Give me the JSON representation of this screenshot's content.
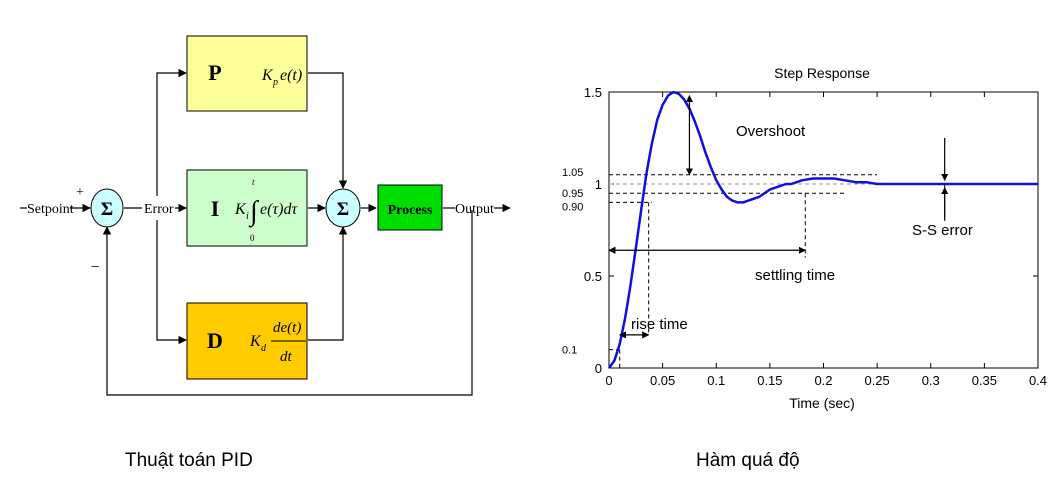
{
  "pid": {
    "setpoint": "Setpoint",
    "error": "Error",
    "output": "Output",
    "process": "Process",
    "plus": "+",
    "minus": "−",
    "sigma": "Σ",
    "p_letter": "P",
    "i_letter": "I",
    "d_letter": "D",
    "colors": {
      "p": "#ffff99",
      "i": "#ccffcc",
      "d": "#ffcc00",
      "process": "#00dd00",
      "sum": "#ccffff"
    }
  },
  "captions": {
    "left": "Thuật toán PID",
    "right": "Hàm quá độ"
  },
  "chart_data": {
    "type": "line",
    "title": "Step Response",
    "xlabel": "Time (sec)",
    "ylabel": "",
    "xlim": [
      0,
      0.4
    ],
    "ylim": [
      0,
      1.5
    ],
    "xticks": [
      "0",
      "0.05",
      "0.1",
      "0.15",
      "0.2",
      "0.25",
      "0.3",
      "0.35",
      "0.4"
    ],
    "yticks": [
      "0",
      "0.5",
      "1",
      "1.5"
    ],
    "extra_yticks": [
      "0.1",
      "0.90",
      "0.95",
      "1.05"
    ],
    "color": "#1010dd",
    "annotations": {
      "overshoot": "Overshoot",
      "settling": "settling time",
      "rise": "rise time",
      "sserror": "S-S error"
    },
    "series": [
      {
        "x": [
          0,
          0.005,
          0.01,
          0.015,
          0.02,
          0.025,
          0.03,
          0.035,
          0.04,
          0.045,
          0.05,
          0.055,
          0.06,
          0.065,
          0.07,
          0.075,
          0.08,
          0.085,
          0.09,
          0.095,
          0.1,
          0.105,
          0.11,
          0.115,
          0.12,
          0.125,
          0.13,
          0.135,
          0.14,
          0.145,
          0.15,
          0.155,
          0.16,
          0.165,
          0.17,
          0.175,
          0.18,
          0.19,
          0.2,
          0.21,
          0.22,
          0.23,
          0.24,
          0.25,
          0.26,
          0.27,
          0.28,
          0.29,
          0.3,
          0.31,
          0.32,
          0.33,
          0.34,
          0.35,
          0.36,
          0.37,
          0.38,
          0.39,
          0.4
        ],
        "values": [
          0,
          0.04,
          0.13,
          0.27,
          0.45,
          0.65,
          0.86,
          1.06,
          1.22,
          1.35,
          1.43,
          1.48,
          1.5,
          1.49,
          1.46,
          1.41,
          1.34,
          1.26,
          1.17,
          1.09,
          1.02,
          0.97,
          0.93,
          0.91,
          0.9,
          0.9,
          0.91,
          0.92,
          0.93,
          0.95,
          0.97,
          0.98,
          0.99,
          1.0,
          1.0,
          1.01,
          1.02,
          1.03,
          1.03,
          1.03,
          1.02,
          1.01,
          1.01,
          1.0,
          1.0,
          1.0,
          1.0,
          1.0,
          1.0,
          1.0,
          1.0,
          1.0,
          1.0,
          1.0,
          1.0,
          1.0,
          1.0,
          1.0,
          1.0
        ]
      }
    ]
  }
}
